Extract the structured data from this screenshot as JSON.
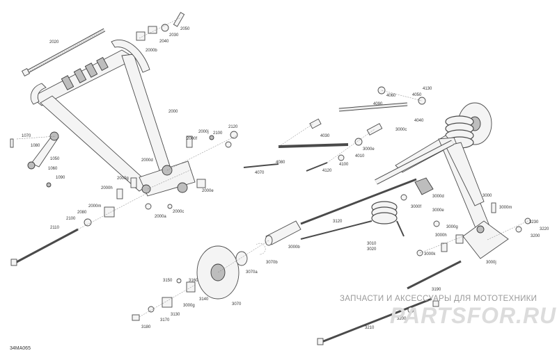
{
  "diagram": {
    "reference_code": "34MA065",
    "watermark": {
      "top_text": "ЗАПЧАСТИ И АКСЕССУАРЫ ДЛЯ МОТОТЕХНИКИ",
      "logo_text": "PARTSFOR.RU"
    },
    "callouts": [
      "2020",
      "2050",
      "2030",
      "2040",
      "2000b",
      "2000",
      "2000j",
      "2100",
      "2120",
      "2000f",
      "1070",
      "1080",
      "1050",
      "1060",
      "1090",
      "2000d",
      "2000g",
      "2000h",
      "2000e",
      "2000m",
      "2080",
      "2100",
      "2000a",
      "2000c",
      "2110",
      "4080",
      "4090",
      "4130",
      "4060",
      "4050",
      "4040",
      "3000c",
      "4030",
      "3000e",
      "4070",
      "4010",
      "4120",
      "4100",
      "3000",
      "3000d",
      "3000f",
      "3000e",
      "3000m",
      "3000g",
      "3000h",
      "3000k",
      "3000j",
      "3220",
      "3230",
      "3200",
      "3120",
      "3010",
      "3020",
      "3000b",
      "3070b",
      "3070a",
      "3150",
      "3160",
      "3140",
      "3130",
      "3000g",
      "3170",
      "3180",
      "3070",
      "3190",
      "3210",
      "3200"
    ]
  }
}
